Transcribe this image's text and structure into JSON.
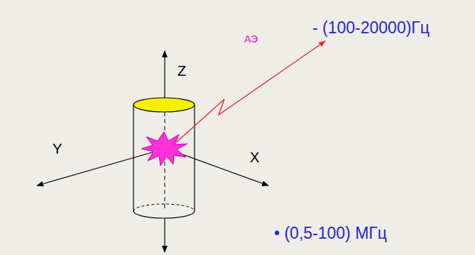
{
  "diagram": {
    "labels": [
      "Z",
      "Y",
      "X",
      "АЭ",
      "- (100-20000)Гц",
      "• (0,5-100) МГц"
    ]
  }
}
